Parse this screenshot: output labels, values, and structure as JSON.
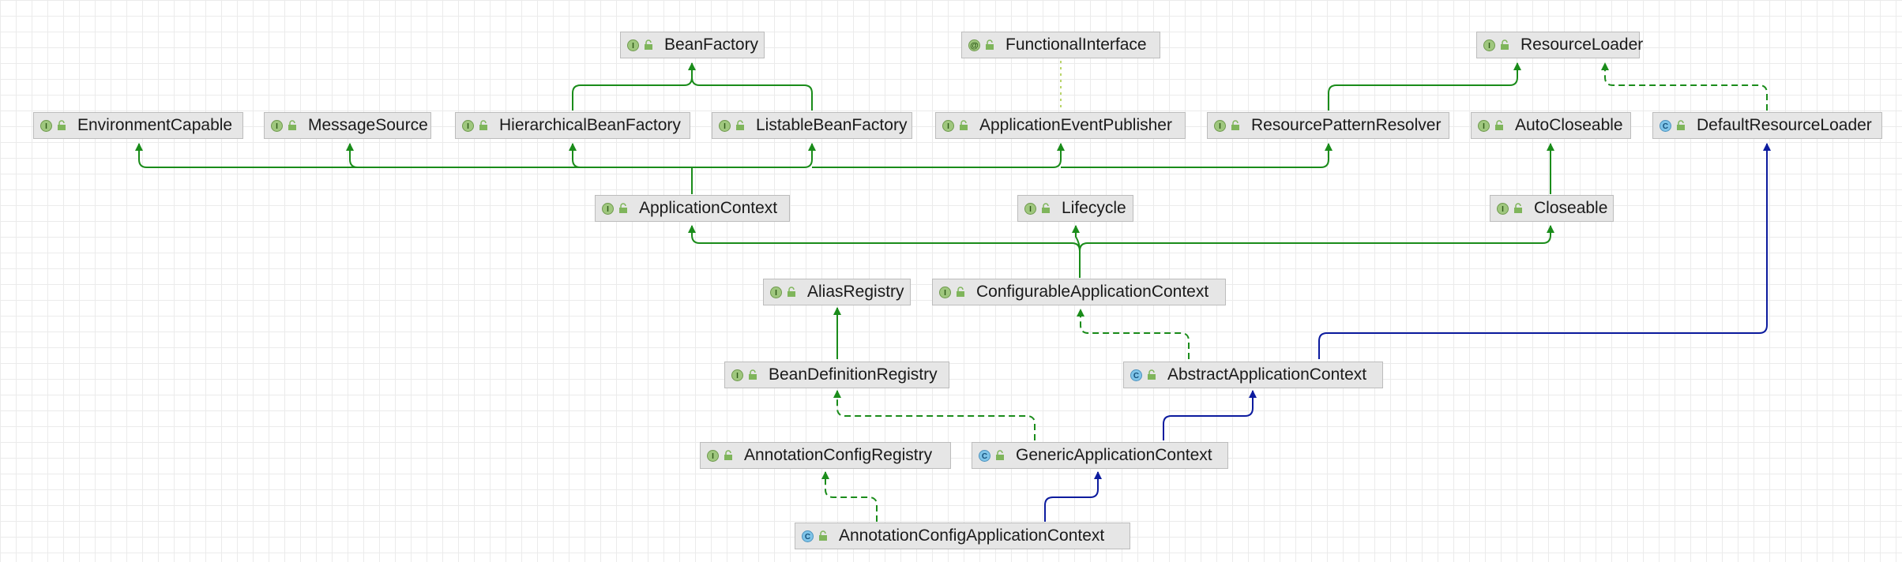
{
  "colors": {
    "extends_interface": "#1a8c1a",
    "extends_class": "#0c1b9e",
    "implements": "#1a8c1a",
    "annotation_link": "#b9d46a",
    "node_bg": "#e6e6e6",
    "node_border": "#bcbcbc"
  },
  "nodes": {
    "bean_factory": {
      "label": "BeanFactory",
      "kind": "interface",
      "icon": "interface-icon"
    },
    "functional_interface": {
      "label": "FunctionalInterface",
      "kind": "annotation",
      "icon": "annotation-icon"
    },
    "resource_loader": {
      "label": "ResourceLoader",
      "kind": "interface",
      "icon": "interface-icon"
    },
    "environment_capable": {
      "label": "EnvironmentCapable",
      "kind": "interface",
      "icon": "interface-icon"
    },
    "message_source": {
      "label": "MessageSource",
      "kind": "interface",
      "icon": "interface-icon"
    },
    "hierarchical_bean_factory": {
      "label": "HierarchicalBeanFactory",
      "kind": "interface",
      "icon": "interface-icon"
    },
    "listable_bean_factory": {
      "label": "ListableBeanFactory",
      "kind": "interface",
      "icon": "interface-icon"
    },
    "application_event_publisher": {
      "label": "ApplicationEventPublisher",
      "kind": "interface",
      "icon": "interface-icon"
    },
    "resource_pattern_resolver": {
      "label": "ResourcePatternResolver",
      "kind": "interface",
      "icon": "interface-icon"
    },
    "auto_closeable": {
      "label": "AutoCloseable",
      "kind": "interface",
      "icon": "interface-icon"
    },
    "default_resource_loader": {
      "label": "DefaultResourceLoader",
      "kind": "class",
      "icon": "class-icon"
    },
    "application_context": {
      "label": "ApplicationContext",
      "kind": "interface",
      "icon": "interface-icon"
    },
    "lifecycle": {
      "label": "Lifecycle",
      "kind": "interface",
      "icon": "interface-icon"
    },
    "closeable": {
      "label": "Closeable",
      "kind": "interface",
      "icon": "interface-icon"
    },
    "alias_registry": {
      "label": "AliasRegistry",
      "kind": "interface",
      "icon": "interface-icon"
    },
    "configurable_application_context": {
      "label": "ConfigurableApplicationContext",
      "kind": "interface",
      "icon": "interface-icon"
    },
    "bean_definition_registry": {
      "label": "BeanDefinitionRegistry",
      "kind": "interface",
      "icon": "interface-icon"
    },
    "abstract_application_context": {
      "label": "AbstractApplicationContext",
      "kind": "class",
      "icon": "class-icon"
    },
    "annotation_config_registry": {
      "label": "AnnotationConfigRegistry",
      "kind": "interface",
      "icon": "interface-icon"
    },
    "generic_application_context": {
      "label": "GenericApplicationContext",
      "kind": "class",
      "icon": "class-icon"
    },
    "annotation_config_application_context": {
      "label": "AnnotationConfigApplicationContext",
      "kind": "class",
      "icon": "class-icon"
    }
  },
  "badges": {
    "interface": "I",
    "class": "C",
    "annotation": "@"
  }
}
